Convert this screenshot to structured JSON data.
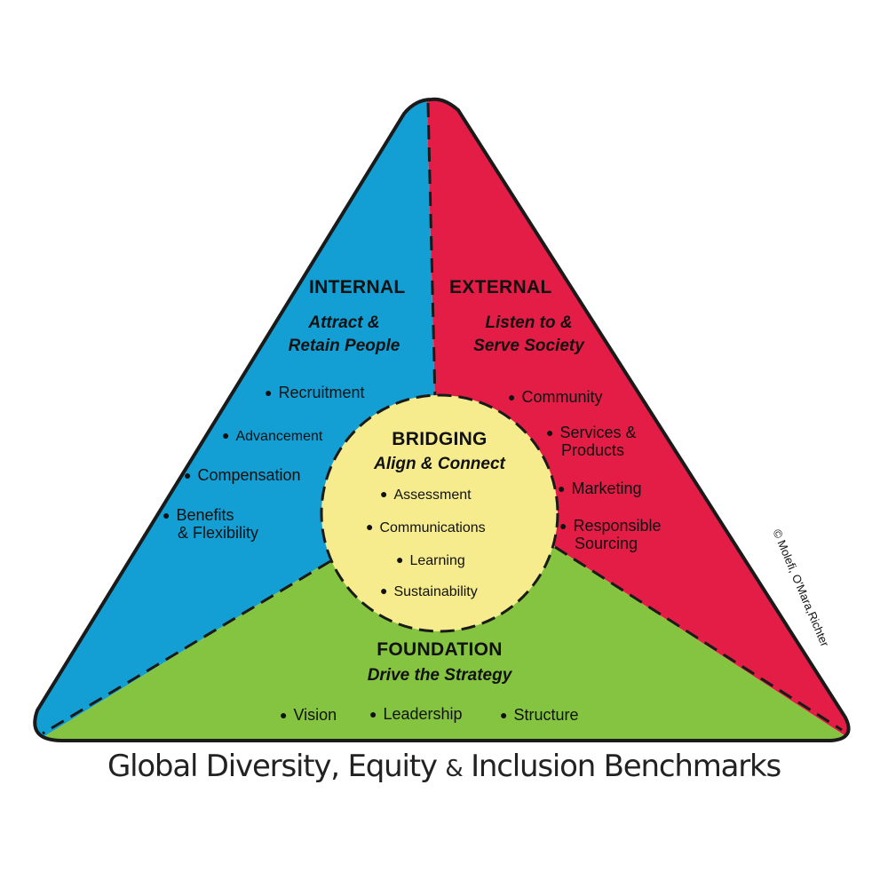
{
  "colors": {
    "internal": "#139fd3",
    "external": "#e31d45",
    "foundation": "#84c440",
    "bridging": "#f6ec8d",
    "outline": "#1a1a1a"
  },
  "internal": {
    "heading": "INTERNAL",
    "tagline_line1": "Attract &",
    "tagline_line2": "Retain People",
    "items": [
      "Recruitment",
      "Advancement",
      "Compensation"
    ],
    "benefits_line1": "Benefits",
    "benefits_line2": "& Flexibility"
  },
  "external": {
    "heading": "EXTERNAL",
    "tagline_line1": "Listen to &",
    "tagline_line2": "Serve Society",
    "community": "Community",
    "services_line1": "Services &",
    "services_line2": "Products",
    "marketing": "Marketing",
    "sourcing_line1": "Responsible",
    "sourcing_line2": "Sourcing"
  },
  "bridging": {
    "heading": "BRIDGING",
    "tagline": "Align & Connect",
    "items": [
      "Assessment",
      "Communications",
      "Learning",
      "Sustainability"
    ]
  },
  "foundation": {
    "heading": "FOUNDATION",
    "tagline": "Drive the Strategy",
    "items": [
      "Vision",
      "Leadership",
      "Structure"
    ]
  },
  "copyright": "© Molefi, O'Mara,Richter",
  "title": {
    "part1": "Global Diversity, Equity ",
    "amp": "&",
    "part2": " Inclusion Benchmarks"
  }
}
